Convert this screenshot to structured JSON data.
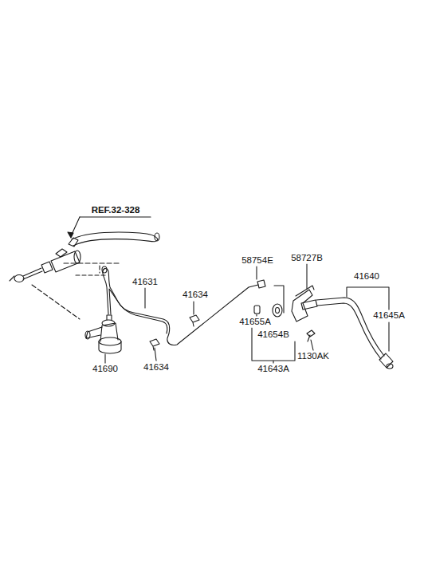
{
  "diagram": {
    "labels": [
      "REF.32-328",
      "41631",
      "41634",
      "58754E",
      "58727B",
      "41640",
      "41655A",
      "41654B",
      "41645A",
      "1130AK",
      "41690",
      "41634",
      "41643A"
    ]
  }
}
